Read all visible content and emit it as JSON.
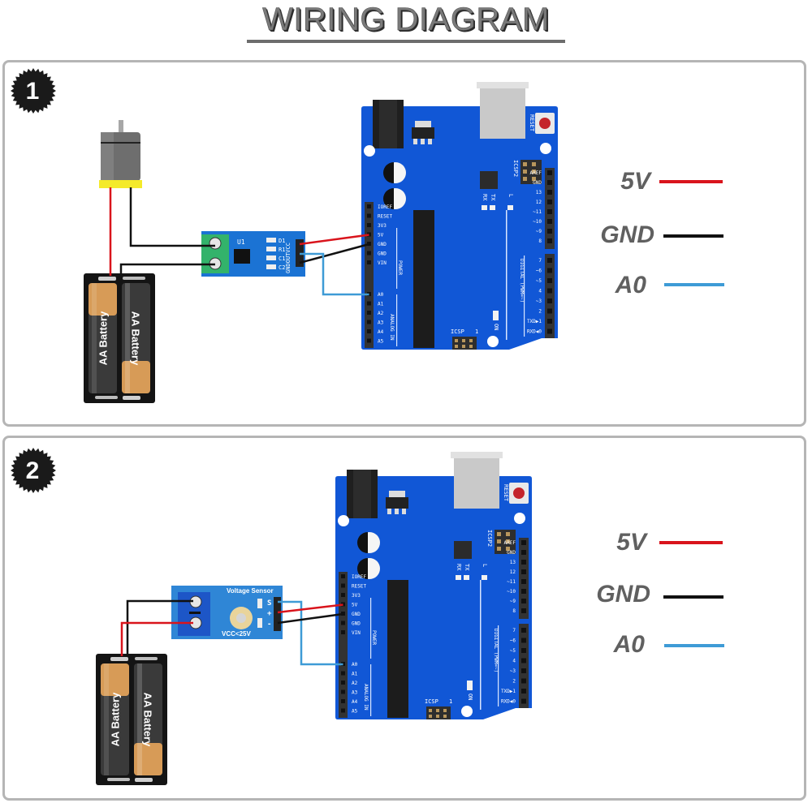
{
  "title": "WIRING DIAGRAM",
  "colors": {
    "wire_5v": "#d9141c",
    "wire_gnd": "#111111",
    "wire_a0": "#3e9bd6",
    "board_blue": "#1157d6",
    "legend_text": "#606060",
    "panel_border": "#b5b5b5"
  },
  "panels": [
    {
      "number": "1",
      "components": {
        "motor": "DC Motor",
        "battery_labels": [
          "AA Battery",
          "AA Battery"
        ],
        "sensor_module": {
          "name": "Current Sensor",
          "chip_label": "U1",
          "part_labels": [
            "D1",
            "R1",
            "C1",
            "C2"
          ],
          "pin_labels": [
            "VCC",
            "OUT",
            "GND"
          ]
        }
      },
      "legend": [
        {
          "label": "5V",
          "color": "#d9141c"
        },
        {
          "label": "GND",
          "color": "#111111"
        },
        {
          "label": "A0",
          "color": "#3e9bd6"
        }
      ]
    },
    {
      "number": "2",
      "components": {
        "battery_labels": [
          "AA Battery",
          "AA Battery"
        ],
        "sensor_module": {
          "name": "Voltage Sensor",
          "title_label": "Voltage Sensor",
          "bottom_label": "VCC<25V",
          "pin_labels": [
            "S",
            "+",
            "-"
          ]
        }
      },
      "legend": [
        {
          "label": "5V",
          "color": "#d9141c"
        },
        {
          "label": "GND",
          "color": "#111111"
        },
        {
          "label": "A0",
          "color": "#3e9bd6"
        }
      ]
    }
  ],
  "arduino": {
    "power_pins": [
      "IOREF",
      "RESET",
      "3V3",
      "5V",
      "GND",
      "GND",
      "VIN"
    ],
    "analog_pins": [
      "A0",
      "A1",
      "A2",
      "A3",
      "A4",
      "A5"
    ],
    "power_header_label": "POWER",
    "analog_header_label": "ANALOG IN",
    "digital_pins_top": [
      "AREF",
      "GND",
      "13",
      "12",
      "~11",
      "~10",
      "~9",
      "8"
    ],
    "digital_pins_bottom": [
      "7",
      "~6",
      "~5",
      "4",
      "~3",
      "2",
      "TXD▶1",
      "RXD◀0"
    ],
    "digital_header_label": "DIGITAL (PWM=~)",
    "labels": {
      "reset": "RESET",
      "icsp2": "ICSP2",
      "icsp": "ICSP",
      "rx": "RX",
      "tx": "TX",
      "l": "L",
      "on": "ON",
      "one": "1"
    }
  }
}
